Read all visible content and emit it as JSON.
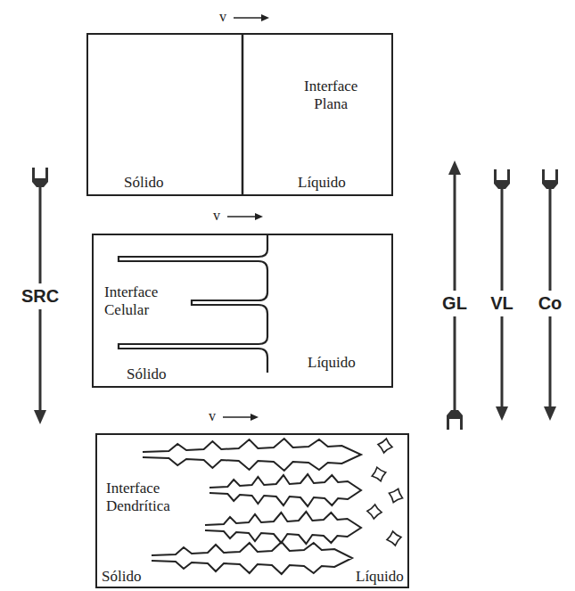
{
  "diagram": {
    "nodes": [
      {
        "text": [
          "Interface Plana",
          "Sólido",
          "Líquido"
        ]
      },
      {
        "text": [
          "Interface Celular",
          "Sólido",
          "Líquido"
        ]
      },
      {
        "text": [
          "Interface Dendrítica",
          "Sólido",
          "Líquido"
        ]
      }
    ],
    "labels": [
      "v",
      "v",
      "v",
      "SRC",
      "GL",
      "VL",
      "Co"
    ]
  }
}
